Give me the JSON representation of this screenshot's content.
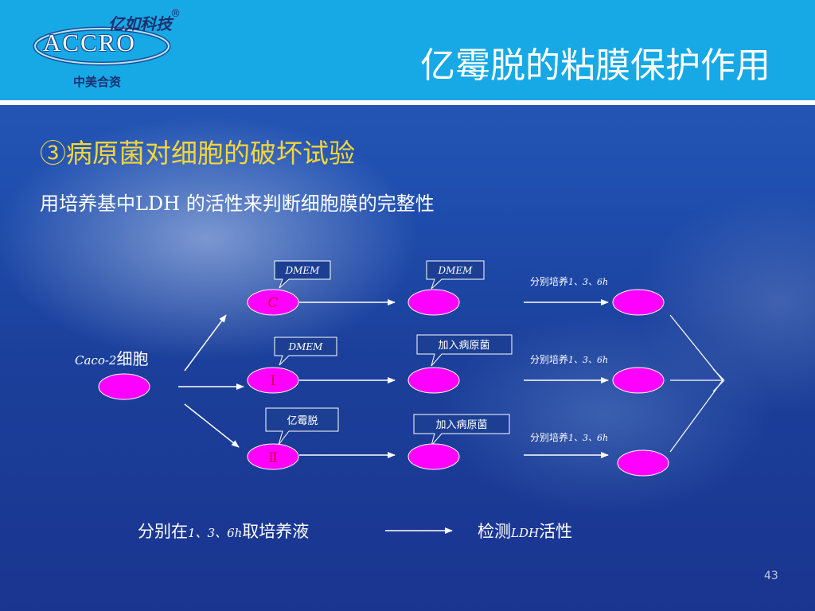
{
  "header": {
    "logo": {
      "brand_cn": "亿如科技",
      "registered": "®",
      "brand_en": "ACCRO",
      "tagline": "中美合资"
    },
    "title": "亿霉脱的粘膜保护作用"
  },
  "subtitle": "③病原菌对细胞的破坏试验",
  "description": "用培养基中LDH 的活性来判断细胞膜的完整性",
  "colors": {
    "header": "#17a9e6",
    "node_fill": "#ff00ff",
    "node_label": "#c8003c",
    "subtitle": "#f2d63a",
    "callout_fill": "#1c3f94"
  },
  "diagram": {
    "source": {
      "label_italic": "Caco-2",
      "label_text": "细胞"
    },
    "groups": [
      {
        "label": "C",
        "first_callout": "DMEM",
        "second_callout": "DMEM",
        "culture": {
          "prefix": "分别培养",
          "times": "1、3、6h"
        }
      },
      {
        "label": "Ⅰ",
        "first_callout": "DMEM",
        "second_callout": "加入病原菌",
        "culture": {
          "prefix": "分别培养",
          "times": "1、3、6h"
        }
      },
      {
        "label": "Ⅱ",
        "first_callout": "亿霉脱",
        "second_callout": "加入病原菌",
        "culture": {
          "prefix": "分别培养",
          "times": "1、3、6h"
        }
      }
    ],
    "bottom": {
      "left_prefix": "分别在",
      "left_times": "1、3、6h",
      "left_suffix": "取培养液",
      "right_prefix": "检测",
      "right_italic": "LDH",
      "right_suffix": "活性"
    }
  },
  "page_number": "43"
}
